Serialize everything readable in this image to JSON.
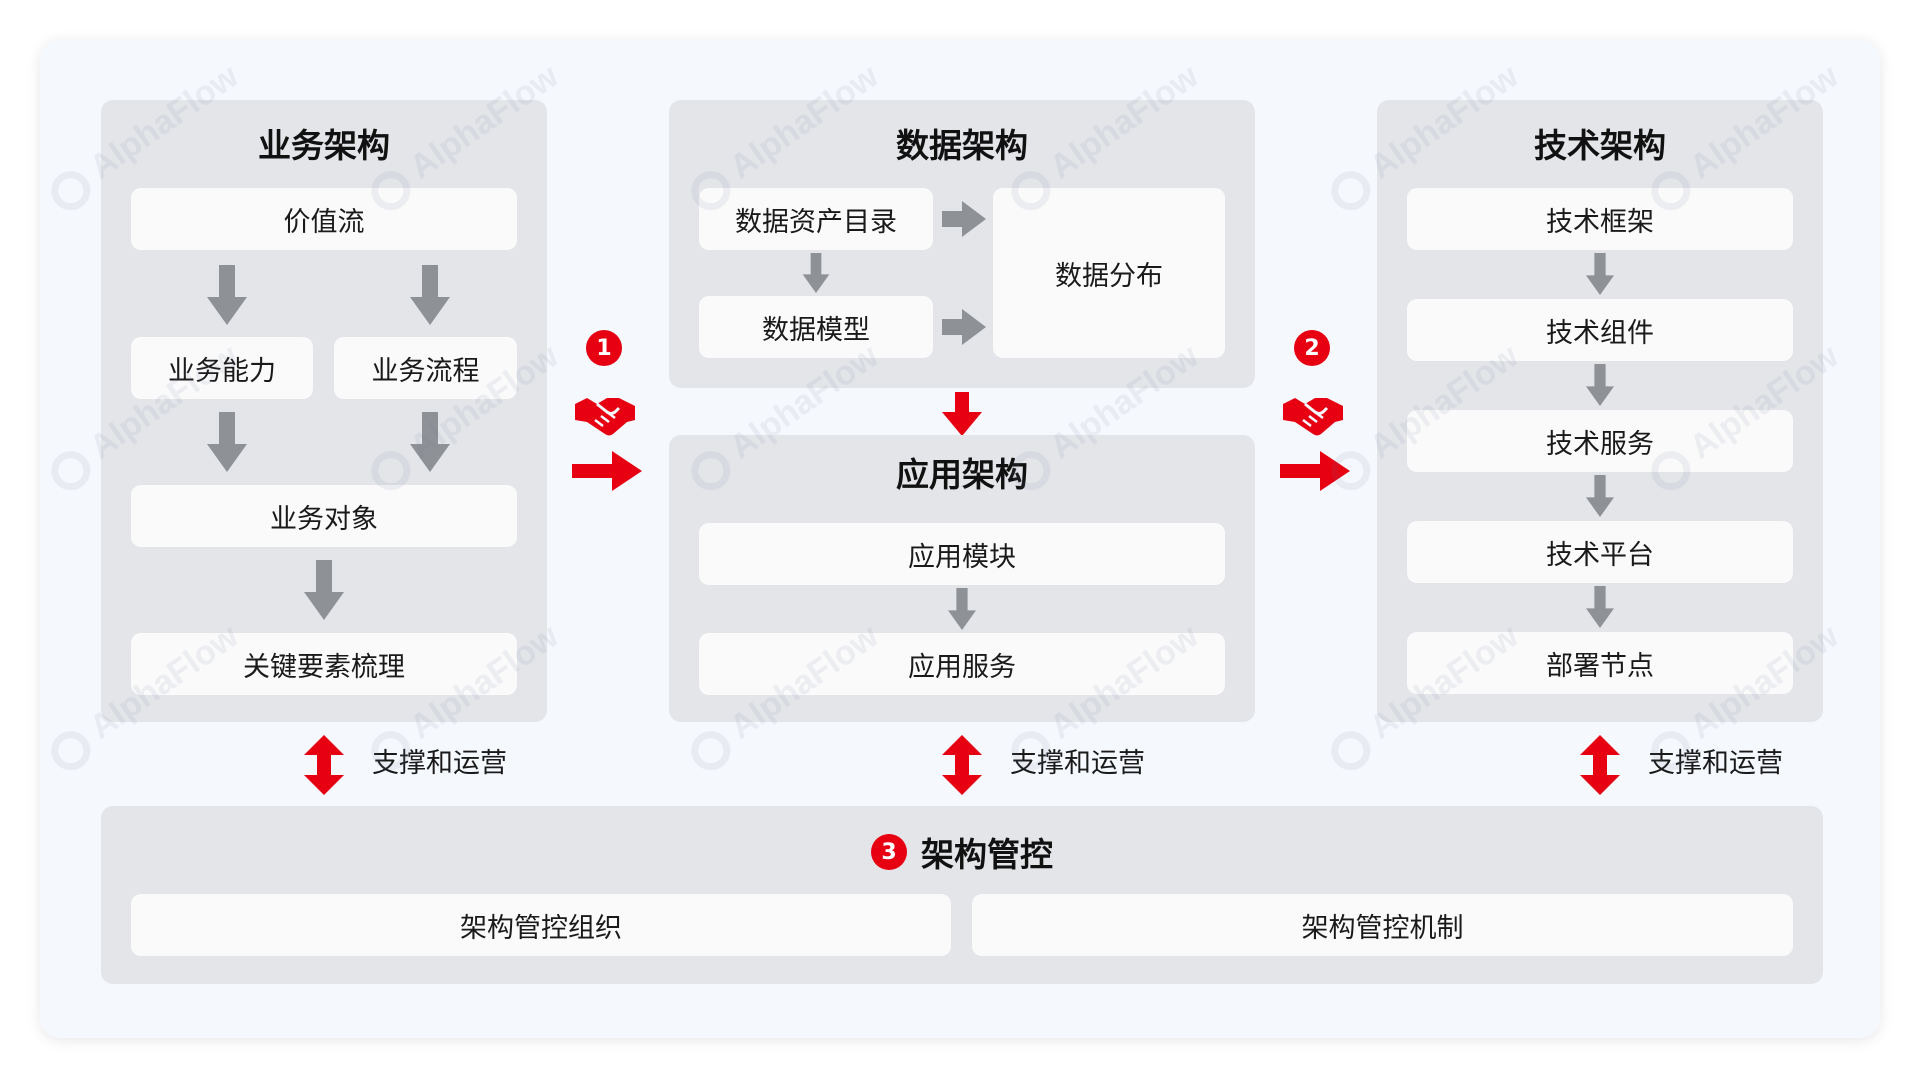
{
  "business": {
    "title": "业务架构",
    "value_stream": "价值流",
    "capability": "业务能力",
    "process": "业务流程",
    "object": "业务对象",
    "key_elements": "关键要素梳理"
  },
  "data": {
    "title": "数据架构",
    "asset_catalog": "数据资产目录",
    "model": "数据模型",
    "distribution": "数据分布"
  },
  "application": {
    "title": "应用架构",
    "module": "应用模块",
    "service": "应用服务"
  },
  "tech": {
    "title": "技术架构",
    "framework": "技术框架",
    "component": "技术组件",
    "service": "技术服务",
    "platform": "技术平台",
    "deploy_node": "部署节点"
  },
  "connectors": {
    "badge1": "1",
    "badge2": "2",
    "support_label": "支撑和运营"
  },
  "governance": {
    "badge": "3",
    "title": "架构管控",
    "organization": "架构管控组织",
    "mechanism": "架构管控机制"
  },
  "watermark": "AlphaFlow",
  "colors": {
    "accent_red": "#e60012",
    "gray_arrow": "#8e9196",
    "panel_bg": "#e3e5e9",
    "box_bg": "#fafafb",
    "card_bg": "#f5f8fd"
  }
}
